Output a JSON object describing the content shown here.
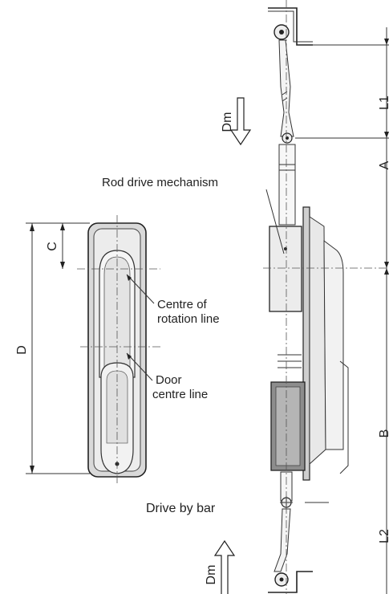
{
  "labels": {
    "rod_drive": "Rod drive mechanism",
    "centre_rotation_line1": "Centre of",
    "centre_rotation_line2": "rotation line",
    "door_centre_line1": "Door",
    "door_centre_line2": "centre line",
    "drive_by_bar": "Drive by bar"
  },
  "dimensions": {
    "c": "C",
    "d": "D",
    "a": "A",
    "l1": "L1",
    "b": "B",
    "l2": "L2",
    "dm_top": "Dm",
    "dm_bottom": "Dm"
  }
}
